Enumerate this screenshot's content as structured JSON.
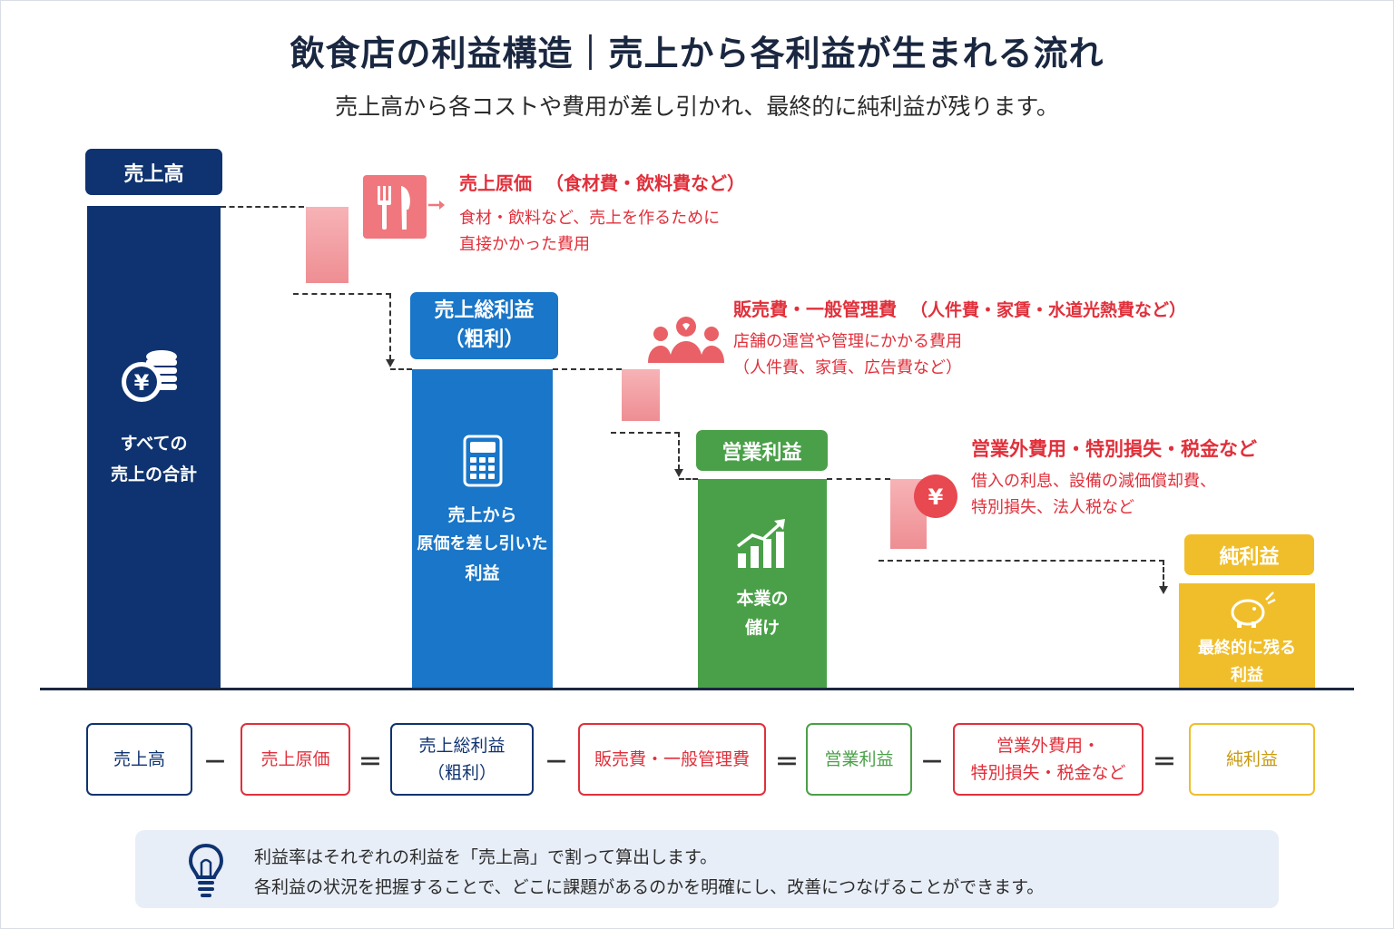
{
  "title": "飲食店の利益構造｜売上から各利益が生まれる流れ",
  "subtitle": "売上高から各コストや費用が差し引かれ、最終的に純利益が残ります。",
  "colors": {
    "navy": "#0f3370",
    "blue": "#1976c8",
    "green": "#4aa048",
    "yellow": "#f0be2a",
    "red": "#e0303b"
  },
  "steps": [
    {
      "label": "売上高",
      "desc_line1": "すべての",
      "desc_line2": "売上の合計",
      "icon": "yen-coins-icon"
    },
    {
      "label_line1": "売上総利益",
      "label_line2": "（粗利）",
      "desc_line1": "売上から",
      "desc_line2": "原価を差し引いた",
      "desc_line3": "利益",
      "icon": "calculator-icon"
    },
    {
      "label": "営業利益",
      "desc_line1": "本業の",
      "desc_line2": "儲け",
      "icon": "growth-chart-icon"
    },
    {
      "label": "純利益",
      "desc_line1": "最終的に残る",
      "desc_line2": "利益",
      "icon": "piggy-bank-icon"
    }
  ],
  "costs": [
    {
      "title": "売上原価",
      "title_note": "（食材費・飲料費など）",
      "line1": "食材・飲料など、売上を作るために",
      "line2": "直接かかった費用",
      "icon": "cutlery-icon"
    },
    {
      "title": "販売費・一般管理費",
      "title_note": "（人件費・家賃・水道光熱費など）",
      "line1": "店舗の運営や管理にかかる費用",
      "line2": "（人件費、家賃、広告費など）",
      "icon": "people-icon"
    },
    {
      "title": "営業外費用・特別損失・税金など",
      "line1": "借入の利息、設備の減価償却費、",
      "line2": "特別損失、法人税など",
      "icon": "yen-circle-icon"
    }
  ],
  "formula": {
    "t1": "売上高",
    "op1": "－",
    "t2": "売上原価",
    "op2": "＝",
    "t3_line1": "売上総利益",
    "t3_line2": "（粗利）",
    "op3": "－",
    "t4": "販売費・一般管理費",
    "op4": "＝",
    "t5": "営業利益",
    "op5": "－",
    "t6_line1": "営業外費用・",
    "t6_line2": "特別損失・税金など",
    "op6": "＝",
    "t7": "純利益"
  },
  "note": {
    "line1": "利益率はそれぞれの利益を「売上高」で割って算出します。",
    "line2": "各利益の状況を把握することで、どこに課題があるのかを明確にし、改善につなげることができます。",
    "icon": "lightbulb-icon"
  }
}
